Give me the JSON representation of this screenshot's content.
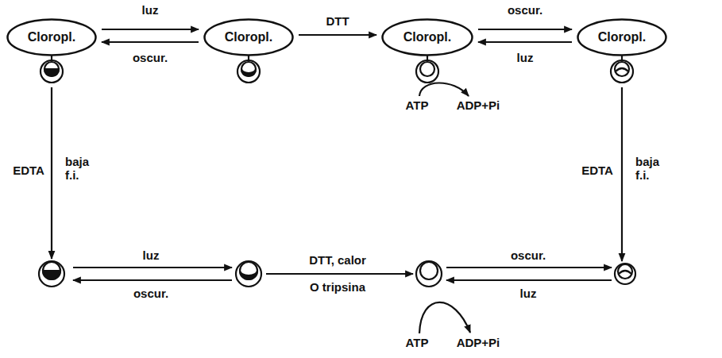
{
  "diagram": {
    "nodes": [
      {
        "text": [
          "Cloropl."
        ]
      },
      {
        "text": [
          "Cloropl."
        ]
      },
      {
        "text": [
          "Cloropl."
        ]
      },
      {
        "text": [
          "Cloropl."
        ]
      }
    ],
    "edges": [
      {
        "from": 0,
        "to": 1,
        "label": "luz",
        "arrow": "to"
      },
      {
        "from": 1,
        "to": 0,
        "label": "oscur.",
        "arrow": "to"
      },
      {
        "from": 1,
        "to": 2,
        "label": "DTT",
        "arrow": "to"
      },
      {
        "from": 2,
        "to": 3,
        "label": "oscur.",
        "arrow": "to"
      },
      {
        "from": 3,
        "to": 2,
        "label": "luz",
        "arrow": "to"
      }
    ],
    "labels": [
      "ATP",
      "ADP+Pi",
      "EDTA",
      "baja f.i.",
      "EDTA",
      "baja f.i.",
      "luz",
      "oscur.",
      "DTT, calor",
      "O tripsina",
      "oscur.",
      "luz",
      "ATP",
      "ADP+Pi"
    ]
  }
}
